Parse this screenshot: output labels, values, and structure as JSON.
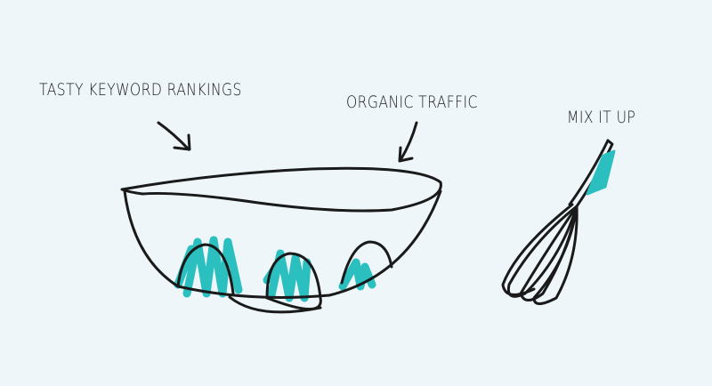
{
  "labels": {
    "rankings": "TASTY KEYWORD RANKINGS",
    "traffic": "ORGANIC TRAFFIC",
    "mix": "MIX IT UP"
  },
  "colors": {
    "background": "#eef6fa",
    "accent": "#2bbfbf",
    "ink": "#1a1a1a"
  },
  "icons": [
    "arrow-icon",
    "bowl-icon",
    "egg-icon",
    "whisk-icon"
  ]
}
